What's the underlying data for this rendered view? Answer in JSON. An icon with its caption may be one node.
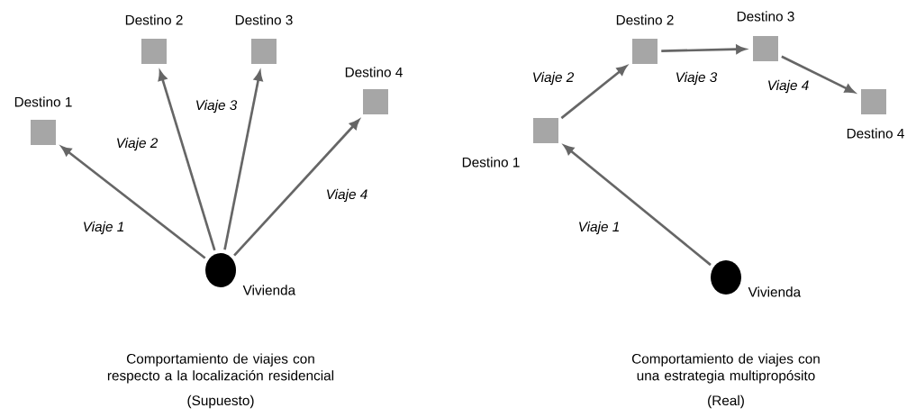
{
  "diagram": {
    "nodes": [
      {
        "text": [
          "Destino 1"
        ]
      },
      {
        "text": [
          "Destino 2"
        ]
      },
      {
        "text": [
          "Destino 3"
        ]
      },
      {
        "text": [
          "Destino 4"
        ]
      },
      {
        "text": [
          "Vivienda"
        ]
      },
      {
        "text": [
          "Destino 1"
        ]
      },
      {
        "text": [
          "Destino 2"
        ]
      },
      {
        "text": [
          "Destino 3"
        ]
      },
      {
        "text": [
          "Destino 4"
        ]
      },
      {
        "text": [
          "Vivienda"
        ]
      }
    ],
    "edges": [
      {
        "from": 4,
        "to": 0,
        "arrow": "to",
        "label": "Viaje 1"
      },
      {
        "from": 4,
        "to": 1,
        "arrow": "to",
        "label": "Viaje 2"
      },
      {
        "from": 4,
        "to": 2,
        "arrow": "to",
        "label": "Viaje 3"
      },
      {
        "from": 4,
        "to": 3,
        "arrow": "to",
        "label": "Viaje 4"
      },
      {
        "from": 9,
        "to": 5,
        "arrow": "to",
        "label": "Viaje 1"
      },
      {
        "from": 5,
        "to": 6,
        "arrow": "to",
        "label": "Viaje 2"
      },
      {
        "from": 6,
        "to": 7,
        "arrow": "to",
        "label": "Viaje 3"
      },
      {
        "from": 7,
        "to": 8,
        "arrow": "to",
        "label": "Viaje 4"
      }
    ],
    "labels": [
      "Comportamiento de viajes con respecto a la localización residencial",
      "(Supuesto)",
      "Comportamiento de viajes con una estrategia multipropósito",
      "(Real)"
    ]
  }
}
